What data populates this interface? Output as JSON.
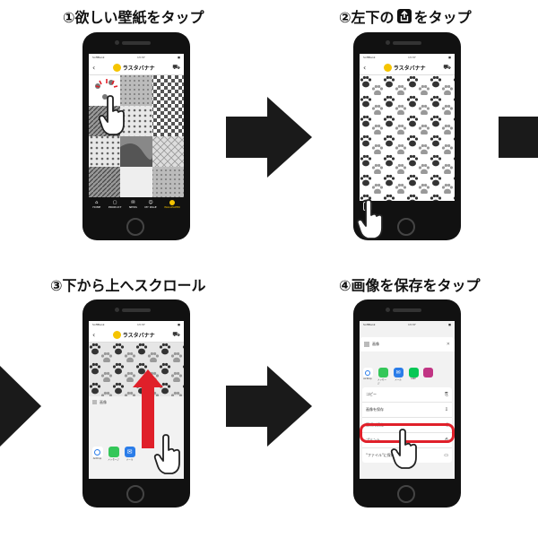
{
  "steps": [
    {
      "caption": "①欲しい壁紙をタップ"
    },
    {
      "caption_pre": "②左下の",
      "caption_post": "をタップ"
    },
    {
      "caption": "③下から上へスクロール"
    },
    {
      "caption": "④画像を保存をタップ"
    }
  ],
  "app": {
    "logo_text": "ラスタバナナ",
    "status_carrier": "SoftBank",
    "status_time": "13:37"
  },
  "tabbar": {
    "items": [
      "HOME",
      "PRODUCT",
      "NEWS",
      "MY PAGE",
      "WALLPAPER"
    ]
  },
  "share_sheet": {
    "header": "画像",
    "apps": [
      "AirDrop",
      "メッセージ",
      "メール",
      "LINE"
    ],
    "actions": [
      "コピー",
      "画像を保存",
      "壁紙に設定",
      "プリント",
      "\"ファイル\"に保存"
    ]
  },
  "colors": {
    "accent_yellow": "#f5c400",
    "highlight_red": "#e0202a",
    "arrow_black": "#1a1a1a",
    "paw_gray": "#777777"
  }
}
